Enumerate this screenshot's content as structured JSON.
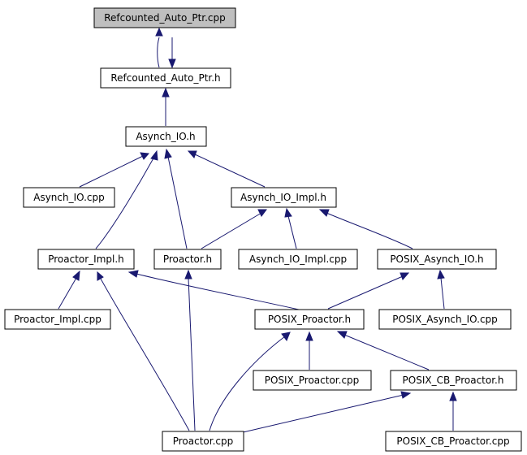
{
  "colors": {
    "edge": "#191970",
    "root_fill": "#bfbfbf",
    "node_fill": "#ffffff",
    "border": "#000000"
  },
  "nodes": {
    "refcounted_auto_ptr_cpp": "Refcounted_Auto_Ptr.cpp",
    "refcounted_auto_ptr_h": "Refcounted_Auto_Ptr.h",
    "asynch_io_h": "Asynch_IO.h",
    "asynch_io_cpp": "Asynch_IO.cpp",
    "asynch_io_impl_h": "Asynch_IO_Impl.h",
    "proactor_impl_h": "Proactor_Impl.h",
    "proactor_h": "Proactor.h",
    "asynch_io_impl_cpp": "Asynch_IO_Impl.cpp",
    "posix_asynch_io_h": "POSIX_Asynch_IO.h",
    "proactor_impl_cpp": "Proactor_Impl.cpp",
    "posix_proactor_h": "POSIX_Proactor.h",
    "posix_asynch_io_cpp": "POSIX_Asynch_IO.cpp",
    "posix_proactor_cpp": "POSIX_Proactor.cpp",
    "posix_cb_proactor_h": "POSIX_CB_Proactor.h",
    "proactor_cpp": "Proactor.cpp",
    "posix_cb_proactor_cpp": "POSIX_CB_Proactor.cpp"
  }
}
